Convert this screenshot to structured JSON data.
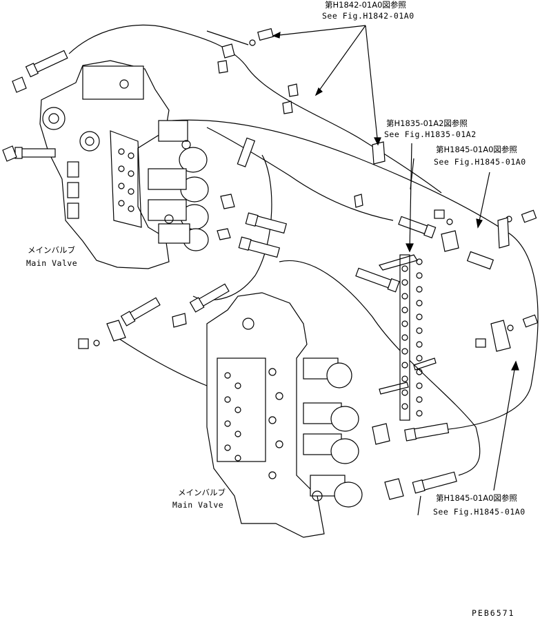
{
  "references": [
    {
      "jp": "第H1842-01A0図参照",
      "en": "See Fig.H1842-01A0"
    },
    {
      "jp": "第H1835-01A2図参照",
      "en": "See Fig.H1835-01A2"
    },
    {
      "jp": "第H1845-01A0図参照",
      "en": "See Fig.H1845-01A0"
    },
    {
      "jp": "第H1845-01A0図参照",
      "en": "See Fig.H1845-01A0"
    }
  ],
  "valves": [
    {
      "jp": "メインバルブ",
      "en": "Main Valve"
    },
    {
      "jp": "メインバルブ",
      "en": "Main Valve"
    }
  ],
  "drawing_code": "PEB6571"
}
